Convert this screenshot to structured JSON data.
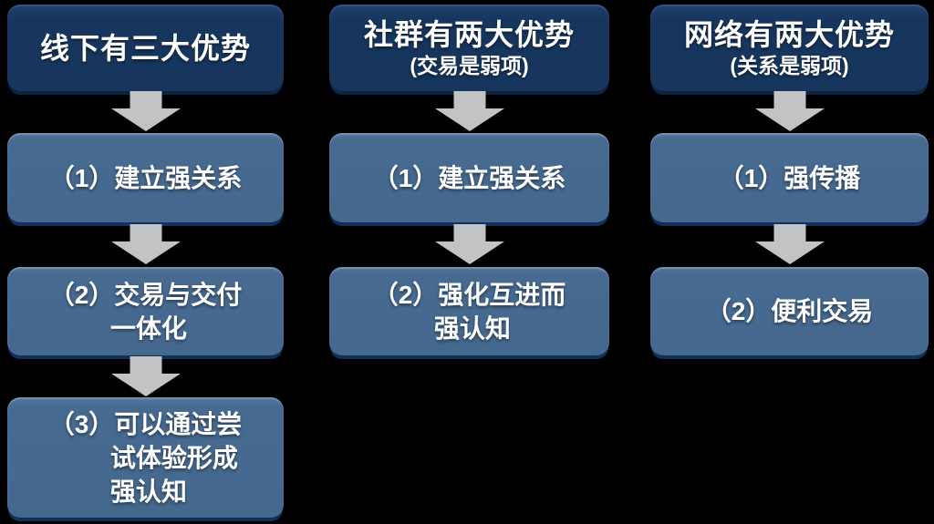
{
  "diagram": {
    "background": "#000000",
    "colors": {
      "header_bg": "#17365d",
      "step_bg": "#45688e",
      "box_bottom_shadow": "#12315a",
      "arrow": "#c1c3c5",
      "text": "#ffffff"
    },
    "arrow_icon": "block-down-arrow"
  },
  "columns": [
    {
      "id": "offline",
      "header": {
        "title": "线下有三大优势",
        "subtitle": ""
      },
      "steps": [
        "（1）建立强关系",
        "（2）交易与交付\n一体化",
        "（3）可以通过尝\n试体验形成\n强认知"
      ]
    },
    {
      "id": "community",
      "header": {
        "title": "社群有两大优势",
        "subtitle": "(交易是弱项)"
      },
      "steps": [
        "（1）建立强关系",
        "（2）强化互进而\n强认知"
      ]
    },
    {
      "id": "network",
      "header": {
        "title": "网络有两大优势",
        "subtitle": "(关系是弱项)"
      },
      "steps": [
        "（1）强传播",
        "（2）便利交易"
      ]
    }
  ]
}
